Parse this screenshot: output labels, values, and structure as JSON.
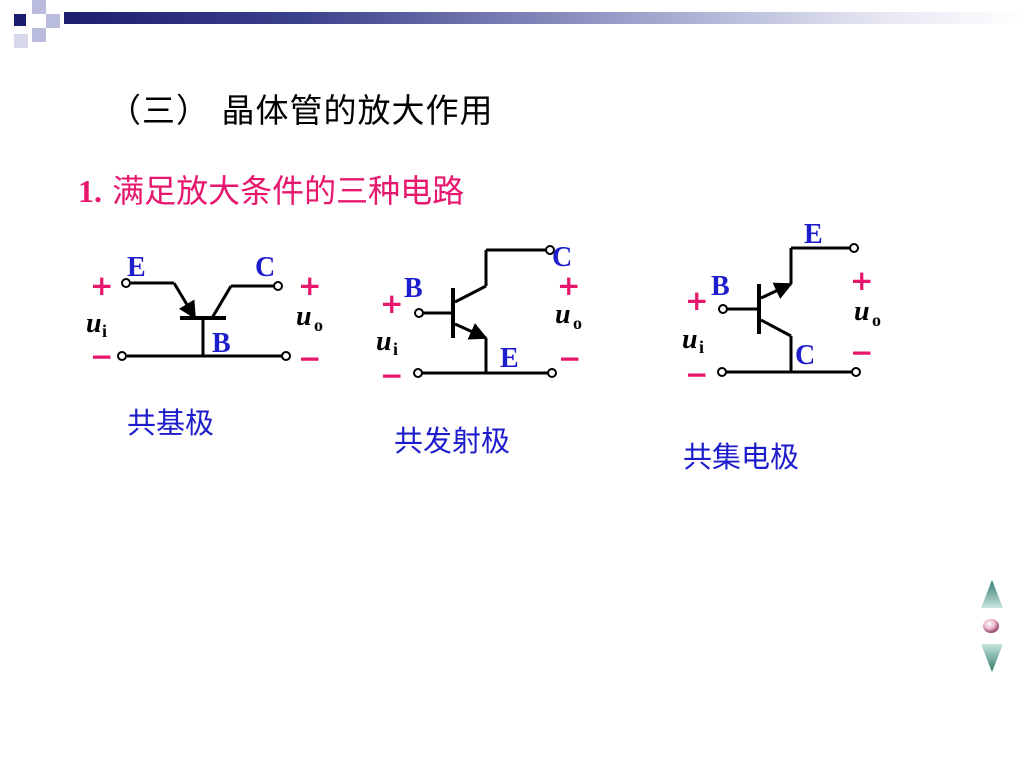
{
  "slide": {
    "title": "（三） 晶体管的放大作用",
    "subtitle_number": "1.",
    "subtitle_text": " 满足放大条件的三种电路"
  },
  "colors": {
    "subtitle": "#e8176e",
    "labels": "#1d1dcc",
    "polarity": "#e8176e",
    "theme_dark": "#1c1f6e"
  },
  "circuits": [
    {
      "caption": "共基极",
      "terminals": {
        "left_top": "E",
        "right_top": "C",
        "bottom": "B"
      },
      "input_var": "u",
      "input_sub": "i",
      "output_var": "u",
      "output_sub": "o",
      "plus": "+",
      "minus": "−"
    },
    {
      "caption": "共发射极",
      "terminals": {
        "base": "B",
        "top": "C",
        "bottom": "E"
      },
      "input_var": "u",
      "input_sub": "i",
      "output_var": "u",
      "output_sub": "o",
      "plus": "+",
      "minus": "−"
    },
    {
      "caption": "共集电极",
      "terminals": {
        "base": "B",
        "top": "E",
        "bottom": "C"
      },
      "input_var": "u",
      "input_sub": "i",
      "output_var": "u",
      "output_sub": "o",
      "plus": "+",
      "minus": "−"
    }
  ],
  "nav_icons": [
    "up-arrow-icon",
    "home-dot-icon",
    "down-arrow-icon"
  ]
}
